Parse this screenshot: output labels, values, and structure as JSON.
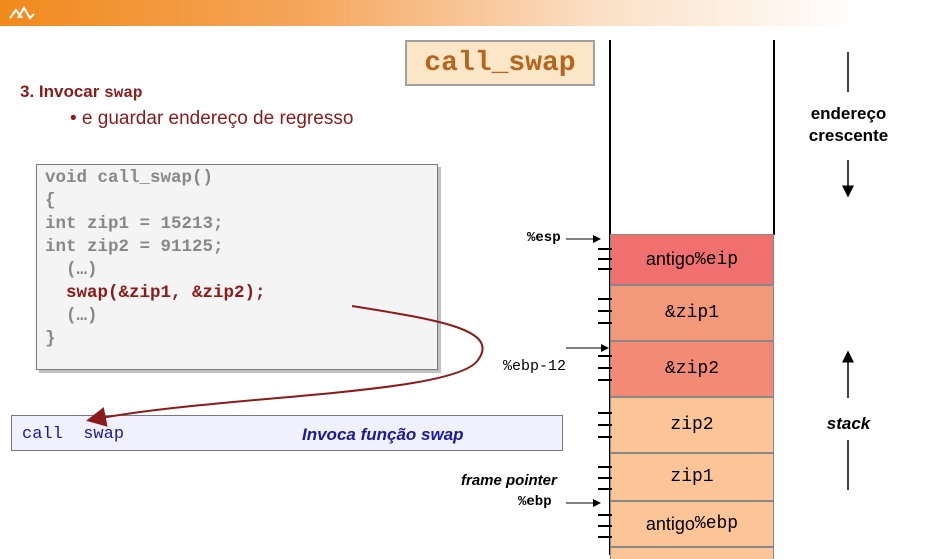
{
  "header": {
    "logo_icon": "chevron-logo-icon"
  },
  "title": "call_swap",
  "heading": {
    "prefix": "3. Invocar ",
    "code": "swap"
  },
  "bullet": "• e guardar endereço de regresso",
  "code_lines": [
    "void call_swap()",
    "{",
    "int zip1 = 15213;",
    "int zip2 = 91125;",
    "  (…)",
    "  swap(&zip1, &zip2);",
    "  (…)",
    "}"
  ],
  "call": {
    "instruction": "call  swap",
    "comment": "Invoca função swap"
  },
  "stack": {
    "cells": [
      {
        "prefix": "antigo ",
        "mono": "%eip",
        "color": "#f07070"
      },
      {
        "prefix": "",
        "mono": "&zip1",
        "color": "#f3997a"
      },
      {
        "prefix": "",
        "mono": "&zip2",
        "color": "#f28a76"
      },
      {
        "prefix": "",
        "mono": "zip2",
        "color": "#fcc597"
      },
      {
        "prefix": "",
        "mono": "zip1",
        "color": "#fcc597"
      },
      {
        "prefix": "antigo ",
        "mono": "%ebp",
        "color": "#fcc597"
      }
    ],
    "esp_label": "%esp",
    "ebp12_label": "%ebp-12",
    "frame_pointer_label": "frame pointer",
    "ebp_label": "%ebp"
  },
  "side": {
    "address_label_1": "endereço",
    "address_label_2": "crescente",
    "stack_label": "stack"
  },
  "colors": {
    "accent_dark_red": "#8b1a1a",
    "code_blue": "#1a1a9a",
    "title_bg": "#fbe6c8"
  }
}
